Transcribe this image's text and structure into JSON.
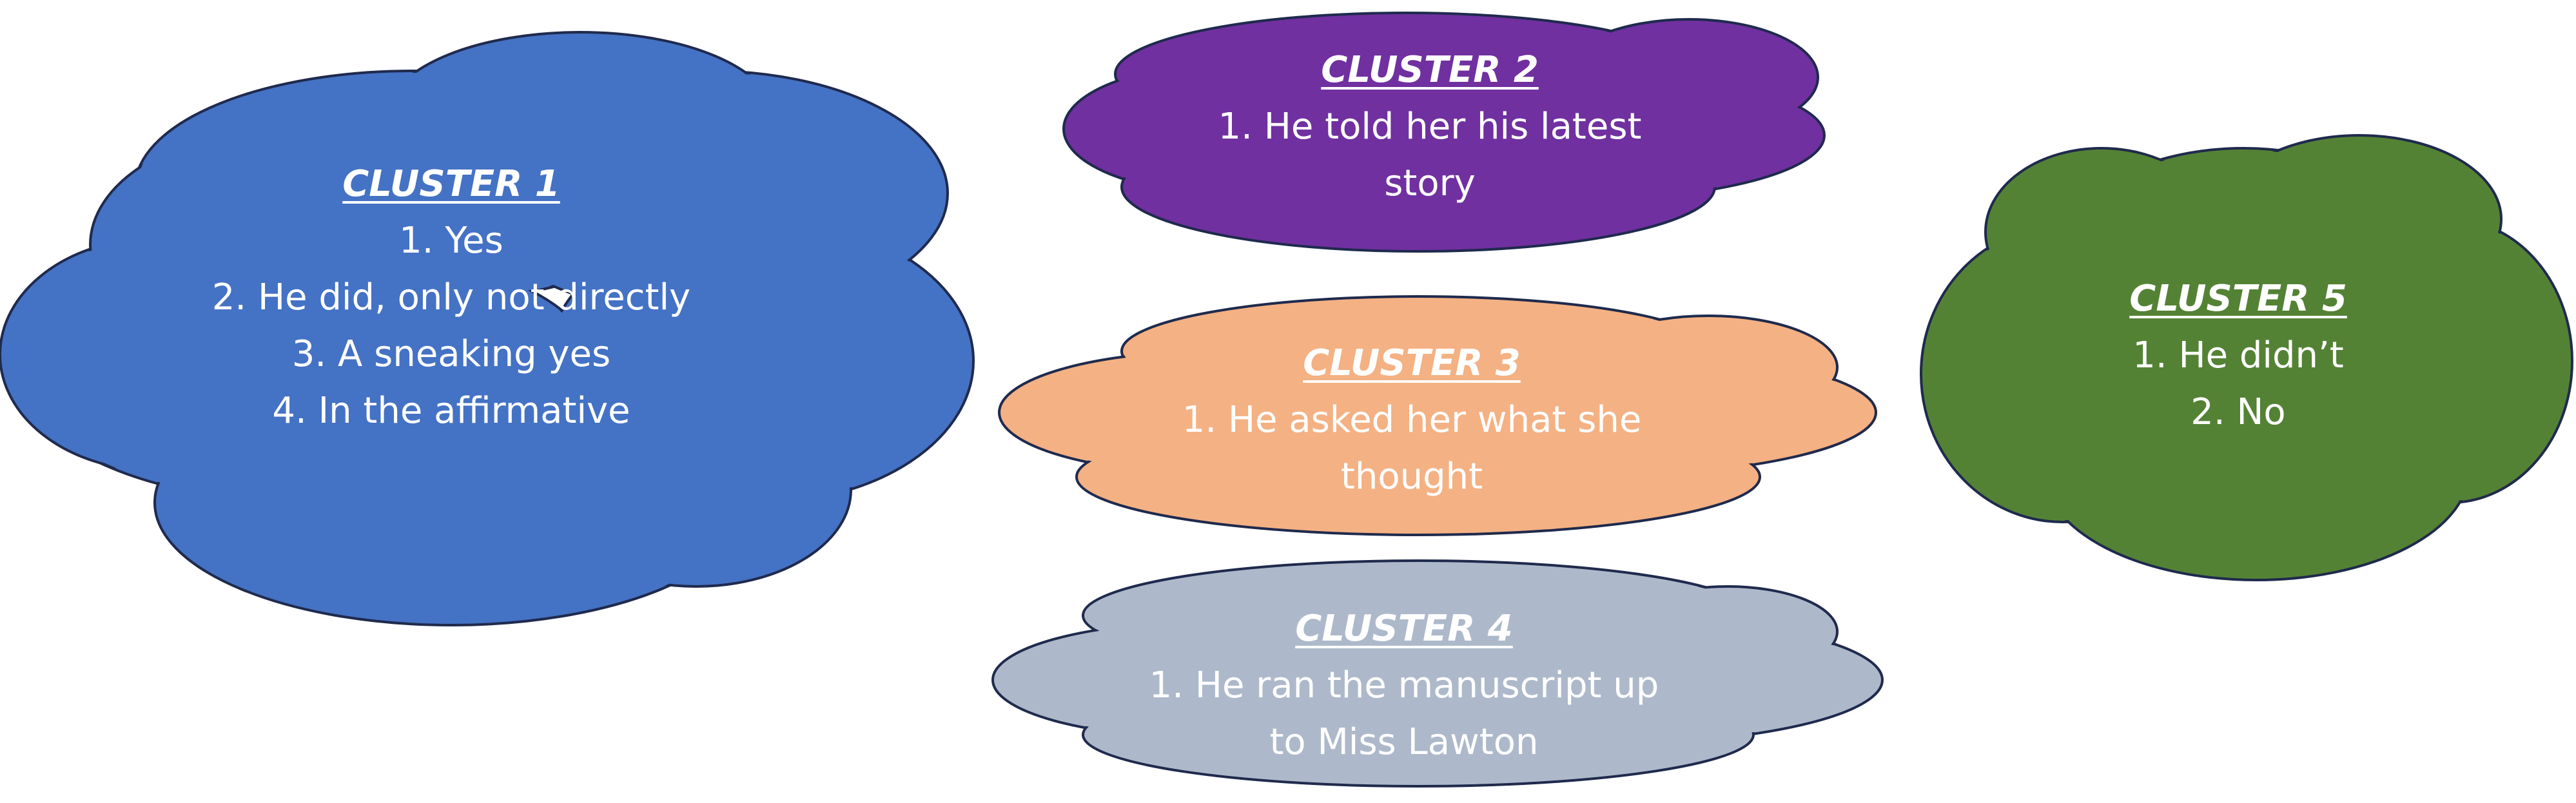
{
  "clusters": [
    {
      "title": "CLUSTER 1",
      "color": "#4472c4",
      "lines": [
        "1. Yes",
        "2. He did, only not directly",
        "3. A sneaking yes",
        "4. In the affirmative"
      ]
    },
    {
      "title": "CLUSTER 2",
      "color": "#7030a0",
      "lines": [
        "1. He told her his latest",
        "story"
      ]
    },
    {
      "title": "CLUSTER 3",
      "color": "#f4b183",
      "lines": [
        "1. He asked her what she",
        "thought"
      ]
    },
    {
      "title": "CLUSTER 4",
      "color": "#adb9ca",
      "lines": [
        "1. He ran the manuscript up",
        "to Miss Lawton"
      ]
    },
    {
      "title": "CLUSTER 5",
      "color": "#548235",
      "lines": [
        "1. He didn’t",
        "2. No"
      ]
    }
  ],
  "outline_color": "#1f2a4d"
}
